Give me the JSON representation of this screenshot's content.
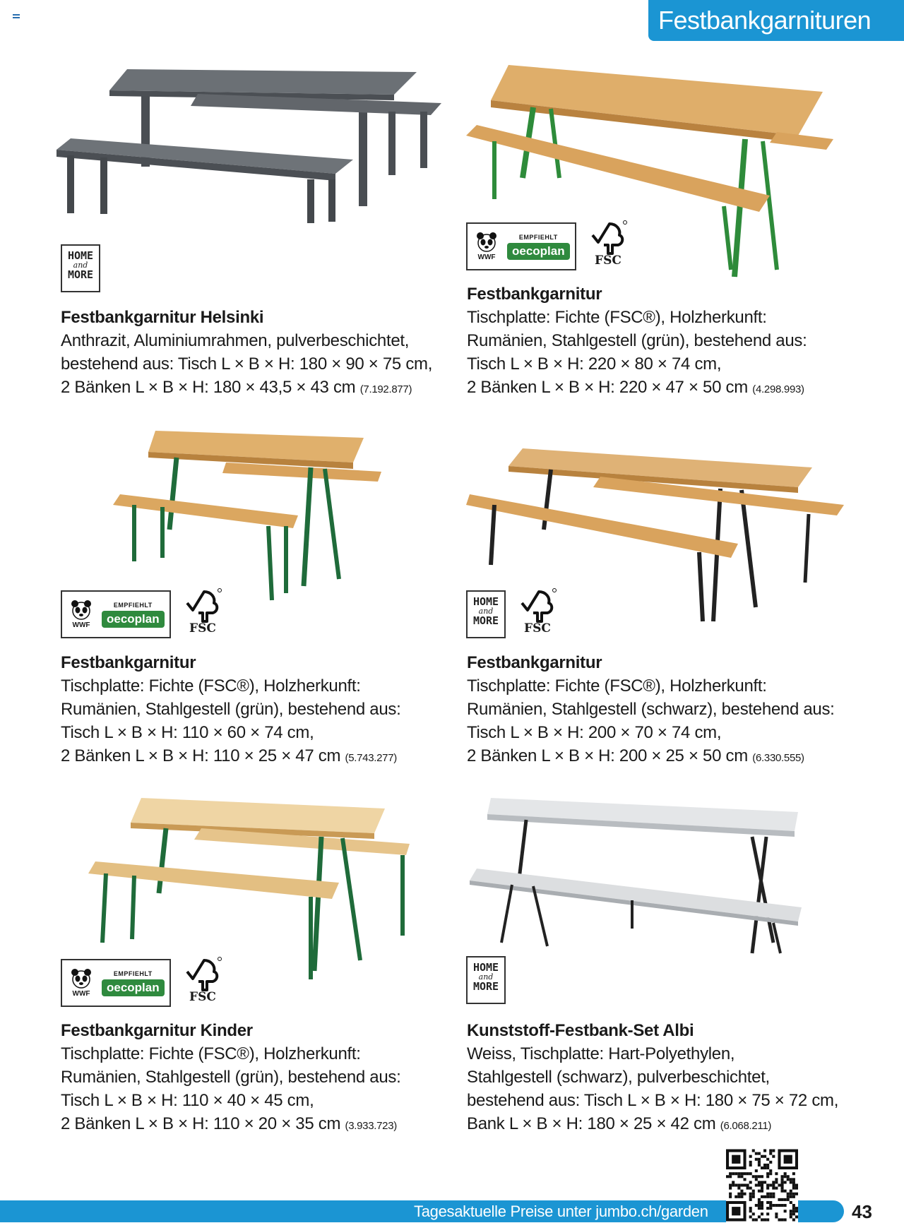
{
  "header": {
    "category": "Festbankgarnituren"
  },
  "logos": {
    "home_more": [
      "HOME",
      "and",
      "MORE"
    ],
    "wwf_label": "WWF",
    "empfiehlt": "EMPFIEHLT",
    "oecoplan": "oecoplan",
    "fsc": "FSC"
  },
  "products": [
    {
      "title": "Festbankgarnitur Helsinki",
      "lines": [
        "Anthrazit, Aluminiumrahmen, pulverbeschichtet,",
        "bestehend aus: Tisch L × B × H: 180 × 90 × 75 cm,",
        "2 Bänken L × B × H: 180 × 43,5 × 43 cm"
      ],
      "art": "(7.192.877)",
      "logos": [
        "home-more"
      ]
    },
    {
      "title": "Festbankgarnitur",
      "lines": [
        "Tischplatte: Fichte (FSC®), Holzherkunft:",
        "Rumänien, Stahlgestell (grün), bestehend aus:",
        "Tisch L × B × H: 220 × 80 × 74 cm,",
        "2 Bänken L × B × H: 220 × 47 × 50 cm"
      ],
      "art": "(4.298.993)",
      "logos": [
        "wwf",
        "fsc"
      ]
    },
    {
      "title": "Festbankgarnitur",
      "lines": [
        "Tischplatte: Fichte (FSC®), Holzherkunft:",
        "Rumänien, Stahlgestell (grün), bestehend aus:",
        "Tisch L × B × H: 110 × 60 × 74 cm,",
        "2 Bänken L × B × H: 110 × 25 × 47 cm"
      ],
      "art": "(5.743.277)",
      "logos": [
        "wwf",
        "fsc"
      ]
    },
    {
      "title": "Festbankgarnitur",
      "lines": [
        "Tischplatte: Fichte (FSC®), Holzherkunft:",
        "Rumänien, Stahlgestell (schwarz), bestehend aus:",
        "Tisch L × B × H: 200 × 70 × 74 cm,",
        "2 Bänken L × B × H: 200 × 25 × 50 cm"
      ],
      "art": "(6.330.555)",
      "logos": [
        "home-more",
        "fsc"
      ]
    },
    {
      "title": "Festbankgarnitur Kinder",
      "lines": [
        "Tischplatte: Fichte (FSC®), Holzherkunft:",
        "Rumänien, Stahlgestell (grün), bestehend aus:",
        "Tisch L × B × H: 110 × 40 × 45 cm,",
        "2 Bänken L × B × H: 110 × 20 × 35 cm"
      ],
      "art": "(3.933.723)",
      "logos": [
        "wwf",
        "fsc"
      ]
    },
    {
      "title": "Kunststoff-Festbank-Set Albi",
      "lines": [
        "Weiss, Tischplatte: Hart-Polyethylen,",
        "Stahlgestell (schwarz), pulverbeschichtet,",
        "bestehend aus: Tisch L × B × H: 180 × 75 × 72 cm,",
        "Bank L × B × H: 180 × 25 × 42 cm"
      ],
      "art": "(6.068.211)",
      "logos": [
        "home-more"
      ]
    }
  ],
  "footer": {
    "text": "Tagesaktuelle Preise unter jumbo.ch/garden",
    "page_number": "43"
  },
  "colors": {
    "accent": "#1b95d3",
    "oecoplan": "#2f8a3e",
    "wood": "#d9a760",
    "green_frame": "#2e7d32",
    "anthracite": "#5a5e63"
  }
}
